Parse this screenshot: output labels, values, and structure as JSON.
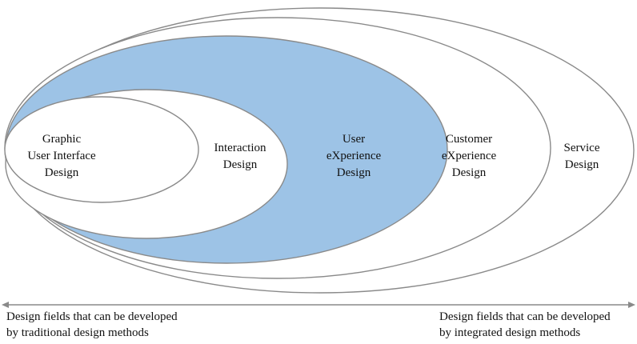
{
  "diagram": {
    "fields": [
      {
        "id": "gui",
        "lines": [
          "Graphic",
          "User Interface",
          "Design"
        ],
        "highlighted": false
      },
      {
        "id": "ixd",
        "lines": [
          "Interaction",
          "Design"
        ],
        "highlighted": false
      },
      {
        "id": "ux",
        "lines": [
          "User",
          "eXperience",
          "Design"
        ],
        "highlighted": true
      },
      {
        "id": "cx",
        "lines": [
          "Customer",
          "eXperience",
          "Design"
        ],
        "highlighted": false
      },
      {
        "id": "sd",
        "lines": [
          "Service",
          "Design"
        ],
        "highlighted": false
      }
    ],
    "colors": {
      "stroke": "#8a8a8a",
      "fill_default": "#ffffff",
      "fill_highlight": "#9dc3e6",
      "arrow": "#8a8a8a"
    }
  },
  "captions": {
    "left": [
      "Design fields that can be developed",
      "by traditional design methods"
    ],
    "right": [
      "Design fields that can be developed",
      "by integrated design methods"
    ]
  }
}
